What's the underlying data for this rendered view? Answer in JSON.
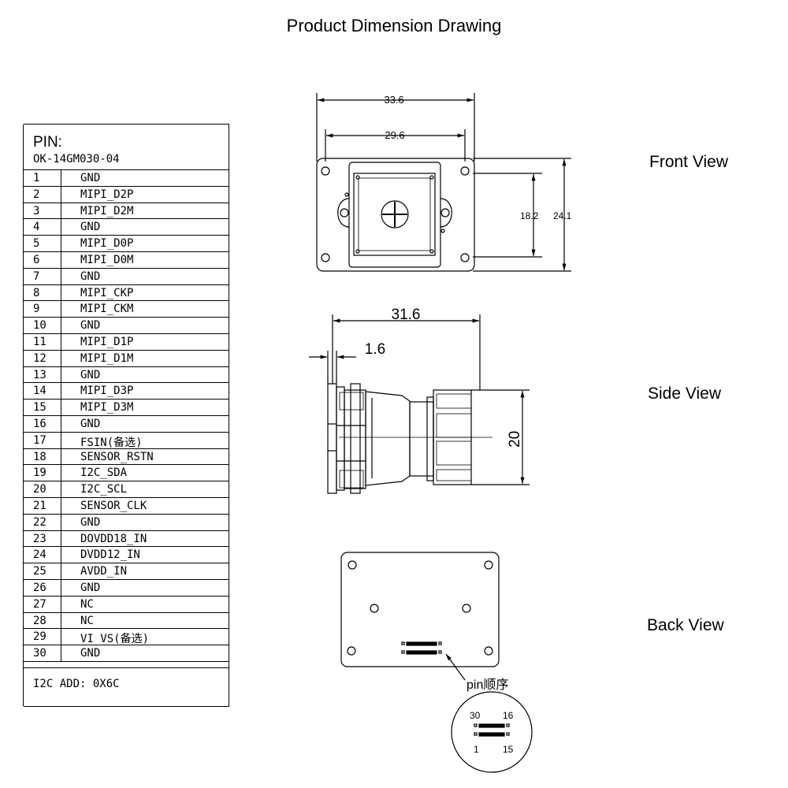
{
  "title": "Product Dimension Drawing",
  "views": {
    "front": "Front View",
    "side": "Side View",
    "back": "Back View"
  },
  "pin_table": {
    "header_label": "PIN:",
    "model": "OK-14GM030-04",
    "rows": [
      {
        "num": "1",
        "signal": "GND"
      },
      {
        "num": "2",
        "signal": "MIPI_D2P"
      },
      {
        "num": "3",
        "signal": "MIPI_D2M"
      },
      {
        "num": "4",
        "signal": "GND"
      },
      {
        "num": "5",
        "signal": "MIPI_D0P"
      },
      {
        "num": "6",
        "signal": "MIPI_D0M"
      },
      {
        "num": "7",
        "signal": "GND"
      },
      {
        "num": "8",
        "signal": "MIPI_CKP"
      },
      {
        "num": "9",
        "signal": "MIPI_CKM"
      },
      {
        "num": "10",
        "signal": "GND"
      },
      {
        "num": "11",
        "signal": "MIPI_D1P"
      },
      {
        "num": "12",
        "signal": "MIPI_D1M"
      },
      {
        "num": "13",
        "signal": "GND"
      },
      {
        "num": "14",
        "signal": "MIPI_D3P"
      },
      {
        "num": "15",
        "signal": "MIPI_D3M"
      },
      {
        "num": "16",
        "signal": "GND"
      },
      {
        "num": "17",
        "signal": "FSIN(备选)"
      },
      {
        "num": "18",
        "signal": "SENSOR_RSTN"
      },
      {
        "num": "19",
        "signal": "I2C_SDA"
      },
      {
        "num": "20",
        "signal": "I2C_SCL"
      },
      {
        "num": "21",
        "signal": "SENSOR_CLK"
      },
      {
        "num": "22",
        "signal": "GND"
      },
      {
        "num": "23",
        "signal": "DOVDD18_IN"
      },
      {
        "num": "24",
        "signal": "DVDD12_IN"
      },
      {
        "num": "25",
        "signal": "AVDD_IN"
      },
      {
        "num": "26",
        "signal": "GND"
      },
      {
        "num": "27",
        "signal": "NC"
      },
      {
        "num": "28",
        "signal": "NC"
      },
      {
        "num": "29",
        "signal": "VI_VS(备选)"
      },
      {
        "num": "30",
        "signal": "GND"
      }
    ],
    "footer": "I2C ADD: 0X6C"
  },
  "dimensions": {
    "front_width_outer": "33.6",
    "front_width_inner": "29.6",
    "front_height_inner": "18.2",
    "front_height_outer": "24.1",
    "side_length": "31.6",
    "side_board": "1.6",
    "side_diameter": "20"
  },
  "pin_order": {
    "label": "pin顺序",
    "top_left": "30",
    "top_right": "16",
    "bottom_left": "1",
    "bottom_right": "15"
  }
}
